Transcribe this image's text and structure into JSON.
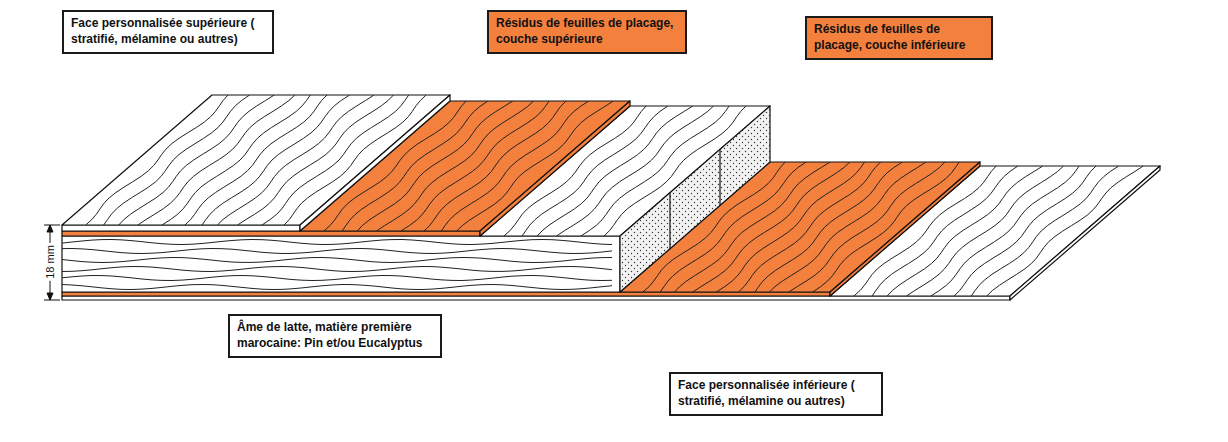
{
  "diagram": {
    "nodes": [
      {
        "text": [
          "Face personnalisée supérieure ( stratifié, mélamine ou autres)"
        ]
      },
      {
        "text": [
          "Résidus de feuilles de placage, couche supérieure"
        ]
      },
      {
        "text": [
          "Résidus de feuilles de placage, couche inférieure"
        ]
      },
      {
        "text": [
          "Âme de latte, matière première marocaine: Pin et/ou Eucalyptus"
        ]
      },
      {
        "text": [
          "Face personnalisée inférieure ( stratifié, mélamine ou autres)"
        ]
      }
    ],
    "labels": [
      "18 mm"
    ]
  }
}
